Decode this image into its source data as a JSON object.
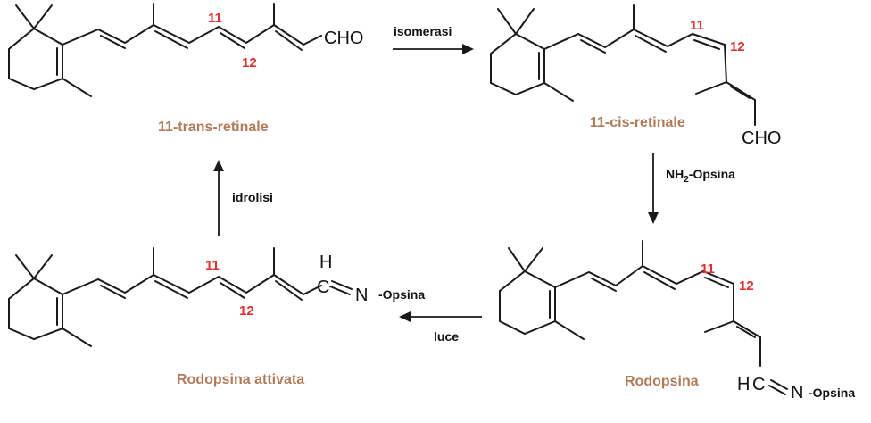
{
  "colors": {
    "position_number": "#e03030",
    "compound_name": "#b07a58"
  },
  "compounds": {
    "trans_retinal": {
      "name": "11-trans-retinale",
      "group": "CHO",
      "pos_a": "11",
      "pos_b": "12"
    },
    "cis_retinal": {
      "name": "11-cis-retinale",
      "group": "CHO",
      "pos_a": "11",
      "pos_b": "12"
    },
    "rhodopsin": {
      "name": "Rodopsina",
      "atom_h": "H",
      "atom_c": "C",
      "atom_n": "N",
      "tag": "-Opsina",
      "pos_a": "11",
      "pos_b": "12"
    },
    "activated": {
      "name": "Rodopsina attivata",
      "atom_h": "H",
      "atom_c": "C",
      "atom_n": "N",
      "tag": "-Opsina",
      "pos_a": "11",
      "pos_b": "12"
    }
  },
  "reactions": {
    "isomerization": "isomerasi",
    "opsin_binding": {
      "prefix": "NH",
      "subscript": "2",
      "suffix": "-Opsina"
    },
    "light": "luce",
    "hydrolysis": "idrolisi"
  }
}
